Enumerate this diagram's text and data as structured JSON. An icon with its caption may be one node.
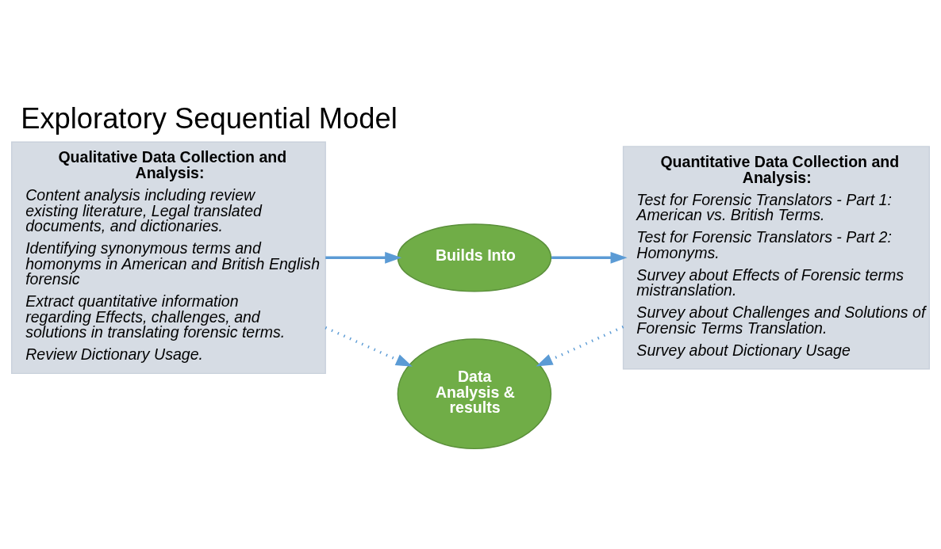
{
  "diagram": {
    "title": "Exploratory Sequential Model",
    "nodes": [
      {
        "text": [
          "Qualitative Data Collection and Analysis:",
          "Content analysis including review existing literature, Legal translated documents, and dictionaries.",
          "Identifying synonymous terms and homonyms in American and British English forensic",
          "Extract quantitative information regarding Effects, challenges, and solutions in translating forensic terms.",
          "Review Dictionary Usage."
        ]
      },
      {
        "text": [
          "Builds Into"
        ]
      },
      {
        "text": [
          "Quantitative Data Collection and Analysis:",
          "Test for Forensic Translators - Part 1: American vs. British Terms.",
          "Test for Forensic Translators - Part 2: Homonyms.",
          "Survey about Effects of Forensic terms mistranslation.",
          "Survey about Challenges and Solutions of Forensic Terms Translation.",
          "Survey about Dictionary Usage"
        ]
      },
      {
        "text": [
          "Data Analysis & results"
        ]
      }
    ],
    "edges": [
      {
        "from": 0,
        "to": 1,
        "arrow": "to"
      },
      {
        "from": 1,
        "to": 2,
        "arrow": "to"
      },
      {
        "from": 0,
        "to": 3,
        "arrow": "to",
        "style": "dashed"
      },
      {
        "from": 2,
        "to": 3,
        "arrow": "to",
        "style": "dashed"
      }
    ]
  }
}
